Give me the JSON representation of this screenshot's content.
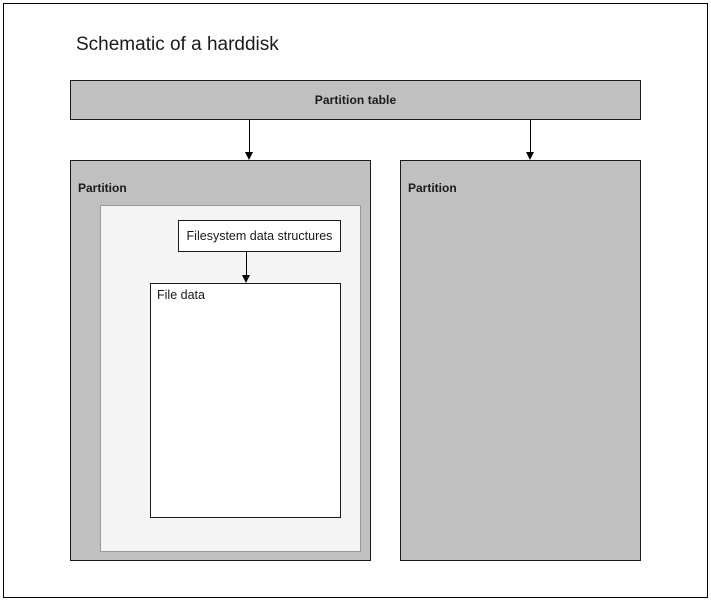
{
  "diagram": {
    "title": "Schematic of a harddisk",
    "type": "block-schematic",
    "colors": {
      "canvas_background": "#ffffff",
      "canvas_border": "#000000",
      "partition_fill": "#c0c0c0",
      "partition_border": "#1a1a1a",
      "filesystem_panel_fill": "#f4f4f4",
      "filesystem_panel_border": "#999999",
      "box_fill": "#ffffff",
      "box_border": "#1a1a1a",
      "text": "#1a1a1a",
      "arrow": "#000000"
    },
    "nodes": {
      "partition_table": {
        "label": "Partition table",
        "bold": true,
        "align": "center"
      },
      "partition_left": {
        "label": "Partition",
        "bold": true,
        "align": "left"
      },
      "partition_right": {
        "label": "Partition",
        "bold": true,
        "align": "left"
      },
      "filesystem_data_structures": {
        "label": "Filesystem data structures",
        "bold": false,
        "align": "center"
      },
      "file_data": {
        "label": "File data",
        "bold": false,
        "align": "top-left"
      }
    },
    "edges": [
      {
        "name": "partition-table-to-left-partition",
        "from": "partition_table",
        "to": "partition_left",
        "direction": "down",
        "arrowhead": "filled-triangle"
      },
      {
        "name": "partition-table-to-right-partition",
        "from": "partition_table",
        "to": "partition_right",
        "direction": "down",
        "arrowhead": "filled-triangle"
      },
      {
        "name": "filesystem-to-file-data",
        "from": "filesystem_data_structures",
        "to": "file_data",
        "direction": "down",
        "arrowhead": "filled-triangle"
      }
    ]
  }
}
